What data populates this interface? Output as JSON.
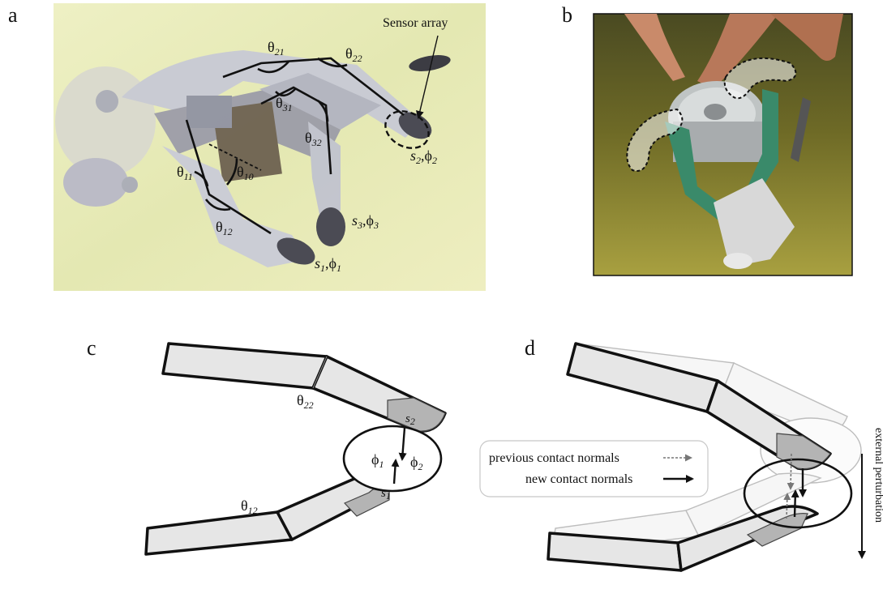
{
  "panels": {
    "a": "a",
    "b": "b",
    "c": "c",
    "d": "d"
  },
  "panel_a": {
    "sensor_label": "Sensor array",
    "angles": [
      {
        "base": "θ",
        "sub": "21"
      },
      {
        "base": "θ",
        "sub": "22"
      },
      {
        "base": "θ",
        "sub": "31"
      },
      {
        "base": "θ",
        "sub": "32"
      },
      {
        "base": "θ",
        "sub": "11"
      },
      {
        "base": "θ",
        "sub": "10"
      },
      {
        "base": "θ",
        "sub": "12"
      }
    ],
    "contacts": [
      {
        "s": "s",
        "s_sub": "2",
        "phi": "ϕ",
        "phi_sub": "2"
      },
      {
        "s": "s",
        "s_sub": "3",
        "phi": "ϕ",
        "phi_sub": "3"
      },
      {
        "s": "s",
        "s_sub": "1",
        "phi": "ϕ",
        "phi_sub": "1"
      }
    ]
  },
  "panel_c": {
    "theta_top": {
      "base": "θ",
      "sub": "22"
    },
    "theta_bottom": {
      "base": "θ",
      "sub": "12"
    },
    "s_top": {
      "base": "s",
      "sub": "2"
    },
    "s_bottom": {
      "base": "s",
      "sub": "1"
    },
    "phi_left": {
      "base": "ϕ",
      "sub": "1"
    },
    "phi_right": {
      "base": "ϕ",
      "sub": "2"
    }
  },
  "panel_d": {
    "legend_previous": "previous contact normals",
    "legend_new": "new contact normals",
    "perturbation_label": "external perturbation"
  }
}
